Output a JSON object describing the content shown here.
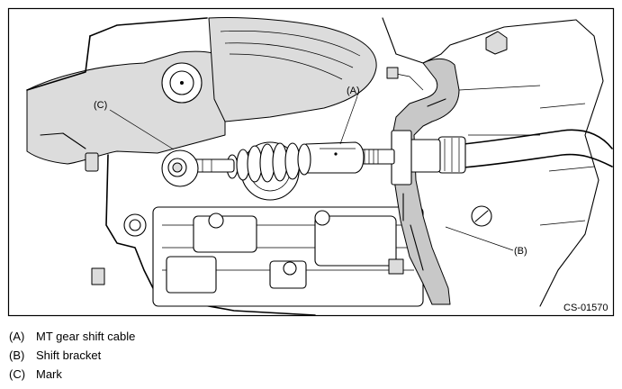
{
  "figure": {
    "code": "CS-01570",
    "callouts": {
      "a": "(A)",
      "b": "(B)",
      "c": "(C)"
    }
  },
  "legend": [
    {
      "key": "(A)",
      "text": "MT gear shift cable"
    },
    {
      "key": "(B)",
      "text": "Shift bracket"
    },
    {
      "key": "(C)",
      "text": "Mark"
    }
  ]
}
